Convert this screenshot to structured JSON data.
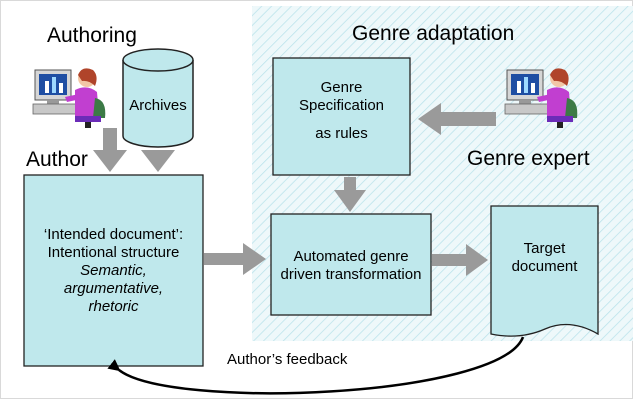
{
  "colors": {
    "box_fill": "#bfe8ec",
    "box_stroke": "#222222",
    "arrow": "#9a9a9a",
    "hatch_line": "#b9e2ea",
    "hatch_bg": "#eef8fa",
    "frame": "#d9d9d9"
  },
  "labels": {
    "authoring": "Authoring",
    "author": "Author",
    "genre_adaptation": "Genre adaptation",
    "genre_expert": "Genre expert",
    "feedback": "Author’s feedback"
  },
  "nodes": {
    "archives": {
      "text": "Archives"
    },
    "genre_spec": {
      "line1": "Genre",
      "line2": "Specification",
      "line3": "as rules"
    },
    "intended_doc": {
      "line1": "‘Intended document’:",
      "line2": "Intentional structure",
      "line3": "Semantic,",
      "line4": "argumentative,",
      "line5": "rhetoric"
    },
    "transformation": {
      "line1": "Automated genre",
      "line2": "driven transformation"
    },
    "target": {
      "line1": "Target",
      "line2": "document"
    }
  },
  "icons": [
    "author-person-icon",
    "genre-expert-person-icon"
  ]
}
